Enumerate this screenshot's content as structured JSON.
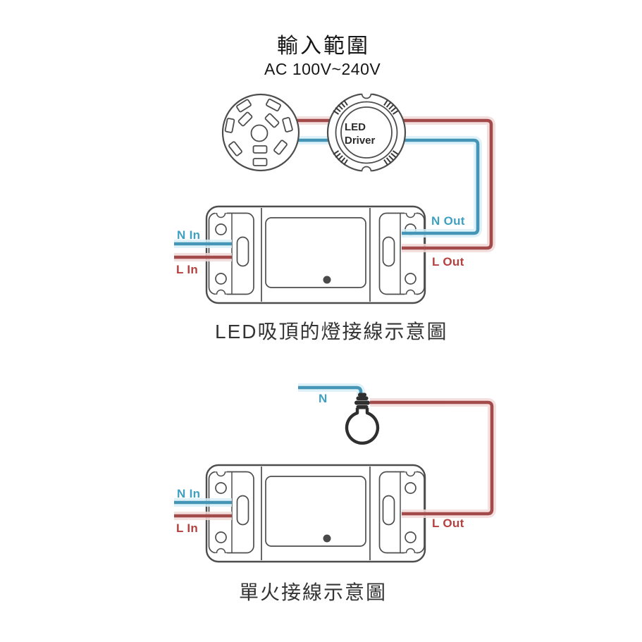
{
  "header": {
    "title": "輸入範圍",
    "subtitle": "AC 100V~240V"
  },
  "top_diagram": {
    "caption": "LED吸頂的燈接線示意圖",
    "driver": {
      "line1": "LED",
      "line2": "Driver"
    },
    "wire_labels": {
      "n_in": "N In",
      "l_in": "L In",
      "n_out": "N Out",
      "l_out": "L Out"
    }
  },
  "bottom_diagram": {
    "caption": "單火接線示意圖",
    "wire_labels": {
      "neutral": "N",
      "n_in": "N In",
      "l_in": "L In",
      "l_out": "L Out"
    }
  },
  "colors": {
    "background": "#ffffff",
    "live_wire": "#a34a4a",
    "live_wire_glow": "#f3dada",
    "live_label": "#b5403e",
    "neutral_wire": "#4596b6",
    "neutral_wire_glow": "#daf0f8",
    "neutral_label": "#3fa0c2",
    "outline": "#4d4d4d",
    "bulb": "#2f2f2f"
  }
}
